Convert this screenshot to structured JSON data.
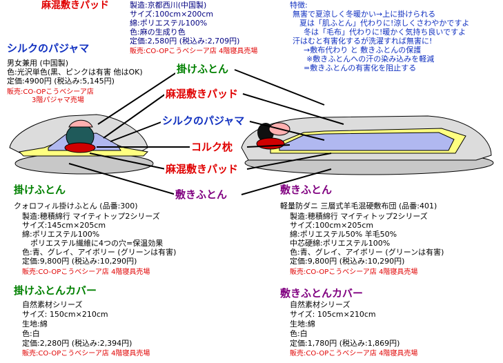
{
  "top_pad": {
    "title": "麻混敷きパッド",
    "lines": [
      "製造:京都西川(中国製)",
      "サイズ:100cm×200cm",
      "綿:ポリエステル100%",
      "色:麻の生成り色"
    ],
    "price": "定価:2,580円 (税込み:2,709円)",
    "seller": "販売:CO-OPこうべシーア店 4階寝具売場"
  },
  "features": {
    "title": "特徴:",
    "lines": [
      "無害で夏涼しく冬暖かい→上に掛けられる",
      "夏は「肌ふとん」代わりに!涼しくさわやかですよ",
      "冬は「毛布」代わりに!暖かく気持ち良いですよ",
      "汗はむと有害化するが洗濯すれば無害に!",
      "→敷布代わり と 敷きふとんの保護",
      "※敷きふとんへの汗の染み込みを軽減",
      "=敷きふとんの有害化を阻止する"
    ]
  },
  "pajama": {
    "title": "シルクのパジャマ",
    "lines": [
      "男女兼用 (中国製)",
      "色:光沢単色(黒、ピンクは有害 他はOK)",
      "定価:4900円 (税込み:5,145円)"
    ],
    "seller1": "販売:CO-OPこうべシーア店",
    "seller2": "3階パジャマ売場"
  },
  "labels": {
    "kakefuton": "掛けふとん",
    "pad": "麻混敷きパッド",
    "pajama": "シルクのパジャマ",
    "pillow": "コルク枕",
    "pad2": "麻混敷きパッド",
    "shikifuton": "敷きふとん"
  },
  "kake": {
    "title": "掛けふとん",
    "line1": "クォロフィル掛けふとん (品番:300)",
    "lines": [
      "製造:穂積綿行 マイティトップ2シリーズ",
      "サイズ:145cm×205cm",
      "綿:ポリエステル100%",
      "ポリエステル繊維に4つの穴=保温効果",
      "色:青、グレイ、アイボリー (グリーンは有害)",
      "定価:9,800円 (税込み:10,290円)"
    ],
    "seller": "販売:CO-OPこうべシーア店 4階寝具売場"
  },
  "shiki": {
    "title": "敷きふとん",
    "line1": "軽量防ダニ 三層式羊毛混硬敷布団 (品番:401)",
    "lines": [
      "製造:穂積綿行 マイティトップ2シリーズ",
      "サイズ:100cm×205cm",
      "綿:ポリエステル50% 羊毛50%",
      "中芯硬綿:ポリエステル100%",
      "色:青、グレイ、アイボリー (グリーンは有害)",
      "定価:9,800円 (税込み:10,290円)"
    ],
    "seller": "販売:CO-OPこうべシーア店 4階寝具売場"
  },
  "kake_cover": {
    "title": "掛けふとんカバー",
    "lines": [
      "自然素材シリーズ",
      "サイズ: 150cm×210cm",
      "生地:綿",
      "色:白",
      "定価:2,280円 (税込み:2,394円)"
    ],
    "seller": "販売:CO-OPこうべシーア店 4階寝具売場"
  },
  "shiki_cover": {
    "title": "敷きふとんカバー",
    "lines": [
      "自然素材シリーズ",
      "サイズ: 105cm×210cm",
      "生地:綿",
      "色:白",
      "定価:1,780円 (税込み:1,869円)"
    ],
    "seller": "販売:CO-OPこうべシーア店 4階寝具売場"
  },
  "colors": {
    "futon_gray": "#c8c8c8",
    "pad_yellow": "#ffff80",
    "pajama_blue": "#b0b8f0",
    "label_red": "#e00000",
    "label_blue": "#1030c0",
    "label_green": "#008000",
    "label_purple": "#800080"
  }
}
